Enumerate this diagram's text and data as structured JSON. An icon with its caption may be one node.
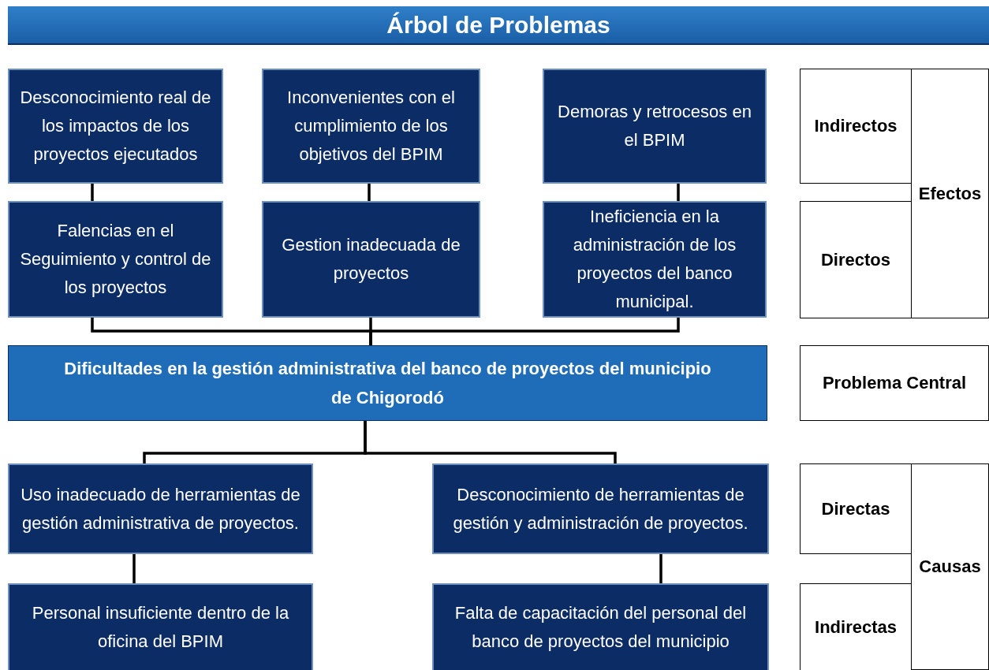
{
  "diagram": {
    "title": "Árbol de Problemas",
    "nodes": [
      {
        "text": [
          "Desconocimiento real de los impactos de los proyectos ejecutados"
        ]
      },
      {
        "text": [
          "Inconvenientes con el cumplimiento de los objetivos del BPIM"
        ]
      },
      {
        "text": [
          "Demoras y retrocesos en el BPIM"
        ]
      },
      {
        "text": [
          "Indirectos"
        ]
      },
      {
        "text": [
          "Efectos"
        ]
      },
      {
        "text": [
          "Falencias en el Seguimiento y control de los proyectos"
        ]
      },
      {
        "text": [
          "Gestion inadecuada de proyectos"
        ]
      },
      {
        "text": [
          "Ineficiencia en la administración de los proyectos del banco municipal."
        ]
      },
      {
        "text": [
          "Directos"
        ]
      },
      {
        "text": [
          "Dificultades en la gestión administrativa del banco de proyectos del municipio de Chigorodó"
        ]
      },
      {
        "text": [
          "Problema Central"
        ]
      },
      {
        "text": [
          "Uso inadecuado de herramientas de gestión administrativa de proyectos."
        ]
      },
      {
        "text": [
          "Desconocimiento de herramientas de gestión y administración de proyectos."
        ]
      },
      {
        "text": [
          "Directas"
        ]
      },
      {
        "text": [
          "Causas"
        ]
      },
      {
        "text": [
          "Personal insuficiente dentro de la oficina del BPIM"
        ]
      },
      {
        "text": [
          "Falta de capacitación del personal del banco de proyectos del municipio"
        ]
      },
      {
        "text": [
          "Indirectas"
        ]
      }
    ],
    "edges": [
      {
        "from": 0,
        "to": 5,
        "arrow": "none"
      },
      {
        "from": 1,
        "to": 6,
        "arrow": "none"
      },
      {
        "from": 2,
        "to": 7,
        "arrow": "none"
      },
      {
        "from": 5,
        "to": 9,
        "arrow": "none"
      },
      {
        "from": 6,
        "to": 9,
        "arrow": "none"
      },
      {
        "from": 7,
        "to": 9,
        "arrow": "none"
      },
      {
        "from": 9,
        "to": 11,
        "arrow": "none"
      },
      {
        "from": 9,
        "to": 12,
        "arrow": "none"
      },
      {
        "from": 11,
        "to": 15,
        "arrow": "none"
      },
      {
        "from": 12,
        "to": 16,
        "arrow": "none"
      }
    ]
  }
}
